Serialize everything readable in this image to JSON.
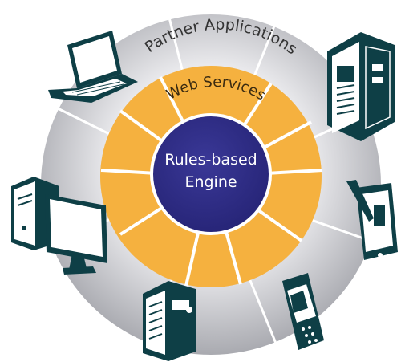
{
  "outer_ring": {
    "label": "Partner Applications"
  },
  "middle_ring": {
    "label": "Web Services"
  },
  "core": {
    "line1": "Rules-based",
    "line2": "Engine"
  },
  "devices": [
    {
      "name": "laptop",
      "icon": "laptop-icon"
    },
    {
      "name": "server",
      "icon": "server-icon"
    },
    {
      "name": "desktop-computer",
      "icon": "desktop-computer-icon"
    },
    {
      "name": "tablet",
      "icon": "tablet-icon"
    },
    {
      "name": "tower-server",
      "icon": "tower-server-icon"
    },
    {
      "name": "mobile-phone",
      "icon": "mobile-phone-icon"
    }
  ],
  "colors": {
    "outer_ring_light": "#f2f2f4",
    "outer_ring_dark": "#a9aab0",
    "middle_ring": "#f5b13f",
    "core": "#2e2c82",
    "device": "#0e3f46",
    "device_face": "#ffffff"
  }
}
